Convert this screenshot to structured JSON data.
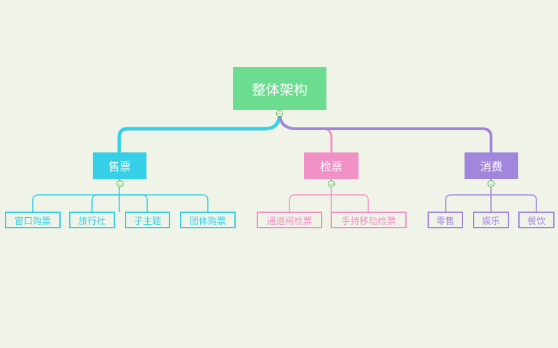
{
  "root": {
    "label": "整体架构",
    "color": "#6cdc90"
  },
  "categories": [
    {
      "label": "售票",
      "color": "#35d0e8",
      "children": [
        "窗口购票",
        "旅行社",
        "子主题",
        "团体购票"
      ]
    },
    {
      "label": "检票",
      "color": "#f291c6",
      "children": [
        "通道闸检票",
        "手持移动检票"
      ]
    },
    {
      "label": "消费",
      "color": "#a285dc",
      "children": [
        "零售",
        "娱乐",
        "餐饮"
      ]
    }
  ],
  "collapse_icon": "minus-circle-icon"
}
